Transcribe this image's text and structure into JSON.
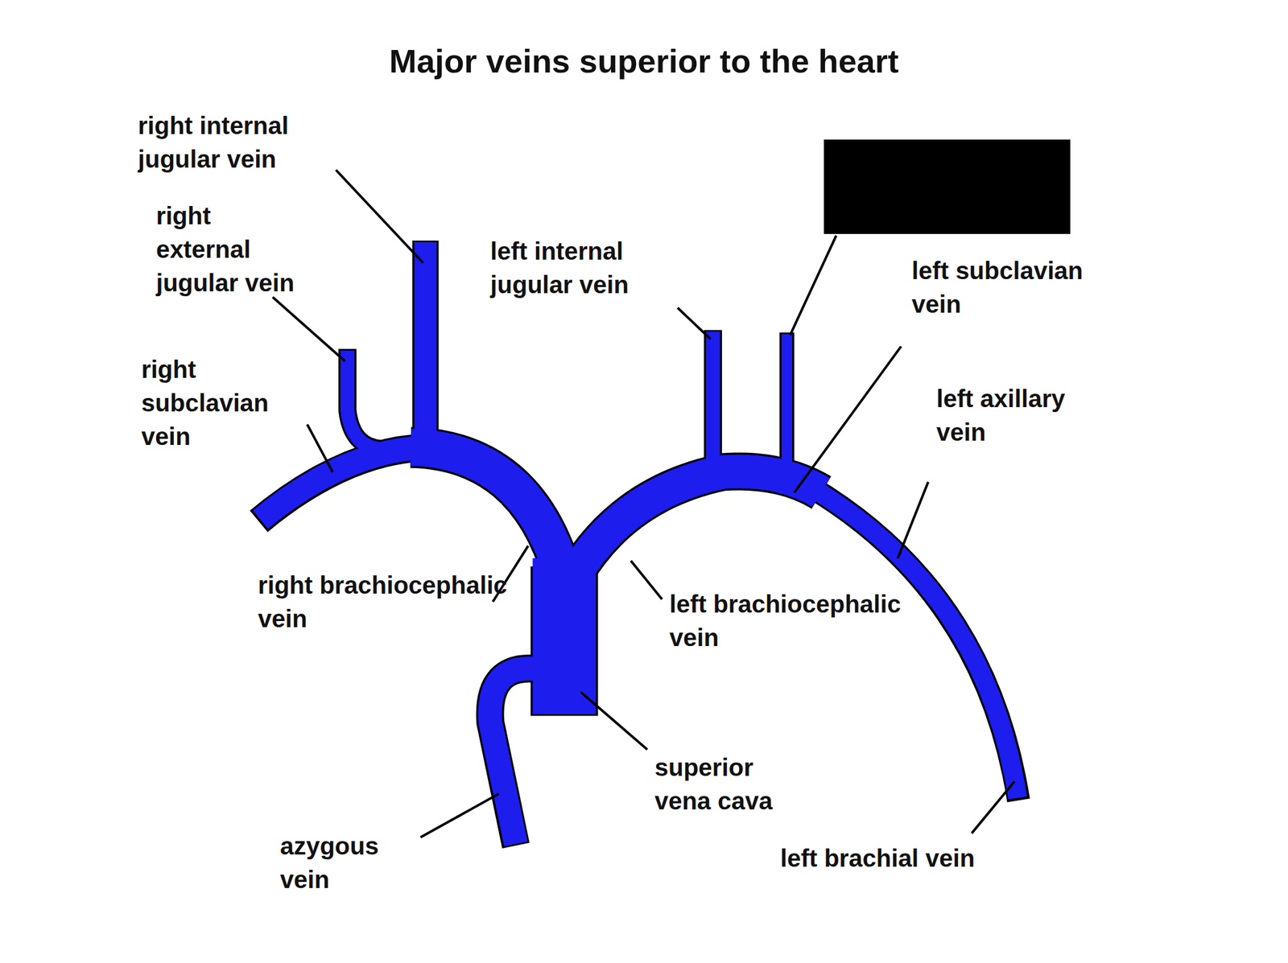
{
  "diagram": {
    "title": "Major veins superior to the heart",
    "labels": [
      "right internal jugular vein",
      "right external jugular vein",
      "right subclavian vein",
      "left internal jugular vein",
      "left subclavian vein",
      "left axillary vein",
      "right brachiocephalic vein",
      "left brachiocephalic vein",
      "superior vena cava",
      "azygous vein",
      "left brachial vein"
    ]
  }
}
